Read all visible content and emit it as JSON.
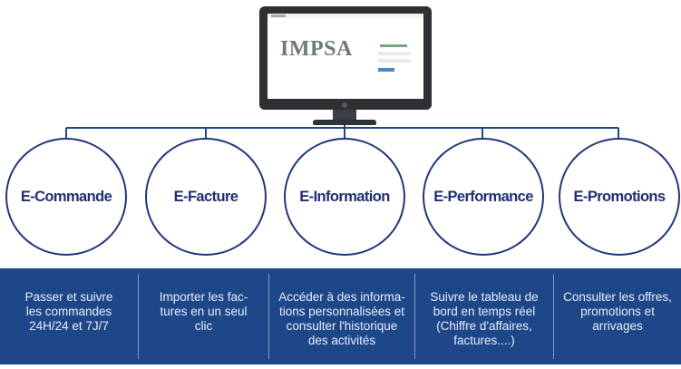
{
  "monitor": {
    "logo_text": "IMPSA"
  },
  "services": [
    {
      "title": "E-Commande",
      "description_lines": [
        "Passer et suivre",
        "les commandes",
        "24H/24 et 7J/7"
      ]
    },
    {
      "title": "E-Facture",
      "description_lines": [
        "Importer les fac-",
        "tures en un seul",
        "clic"
      ]
    },
    {
      "title": "E-Information",
      "description_lines": [
        "Accéder à des informa-",
        "tions personnalisées et",
        "consulter l'historique",
        "des activités"
      ]
    },
    {
      "title": "E-Performance",
      "description_lines": [
        "Suivre le tableau de",
        "bord en temps réel",
        "(Chiffre d'affaires,",
        "factures....)"
      ]
    },
    {
      "title": "E-Promotions",
      "description_lines": [
        "Consulter les offres,",
        "promotions et",
        "arrivages"
      ]
    }
  ],
  "colors": {
    "circle_border": "#22367a",
    "title_text": "#1f2f74",
    "band_background": "#1e478a",
    "connector": "#1e478a"
  }
}
